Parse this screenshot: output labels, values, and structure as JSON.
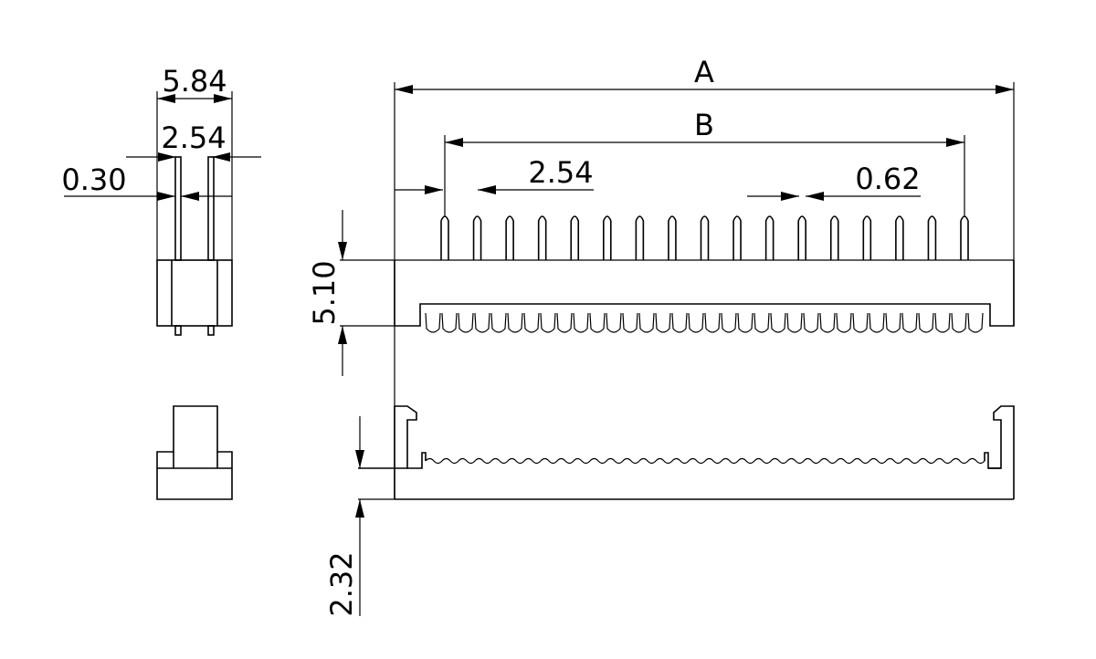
{
  "diagram": {
    "side_view": {
      "overall_width": "5.84",
      "pin_pitch": "2.54",
      "pin_thickness": "0.30"
    },
    "front_view": {
      "length_a": "A",
      "length_b": "B",
      "pin_pitch": "2.54",
      "pin_width": "0.62",
      "height": "5.10",
      "pin_count_top": 17,
      "teeth_count": 34
    },
    "bottom_view": {
      "height": "2.32"
    }
  }
}
